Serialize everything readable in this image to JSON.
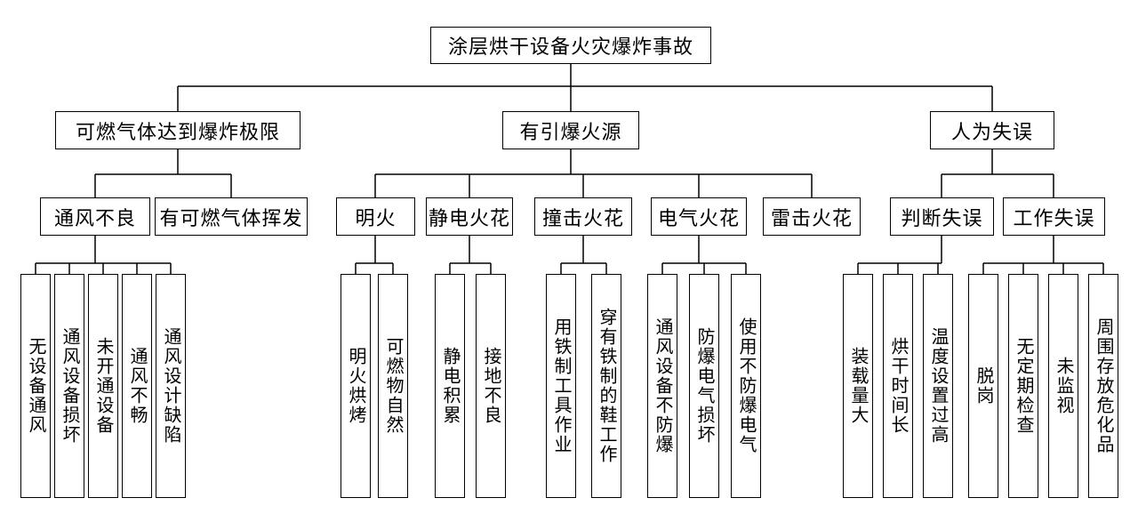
{
  "colors": {
    "background": "#ffffff",
    "line": "#000000",
    "box_fill": "#ffffff",
    "text": "#000000"
  },
  "root": {
    "label": "涂层烘干设备火灾爆炸事故"
  },
  "branches": [
    {
      "label": "可燃气体达到爆炸极限",
      "children": [
        {
          "label": "通风不良",
          "leaves": [
            "无设备通风",
            "通风设备损坏",
            "未开通设备",
            "通风不畅",
            "通风设计缺陷"
          ]
        },
        {
          "label": "有可燃气体挥发",
          "leaves": []
        }
      ]
    },
    {
      "label": "有引爆火源",
      "children": [
        {
          "label": "明火",
          "leaves": [
            "明火烘烤",
            "可燃物自然"
          ]
        },
        {
          "label": "静电火花",
          "leaves": [
            "静电积累",
            "接地不良"
          ]
        },
        {
          "label": "撞击火花",
          "leaves": [
            "用铁制工具作业",
            "穿有铁制的鞋工作"
          ]
        },
        {
          "label": "电气火花",
          "leaves": [
            "通风设备不防爆",
            "防爆电气损坏",
            "使用不防爆电气"
          ]
        },
        {
          "label": "雷击火花",
          "leaves": []
        }
      ]
    },
    {
      "label": "人为失误",
      "children": [
        {
          "label": "判断失误",
          "leaves": [
            "装载量大",
            "烘干时间长",
            "温度设置过高"
          ]
        },
        {
          "label": "工作失误",
          "leaves": [
            "脱岗",
            "无定期检查",
            "未监视",
            "周围存放危化品"
          ]
        }
      ]
    }
  ]
}
